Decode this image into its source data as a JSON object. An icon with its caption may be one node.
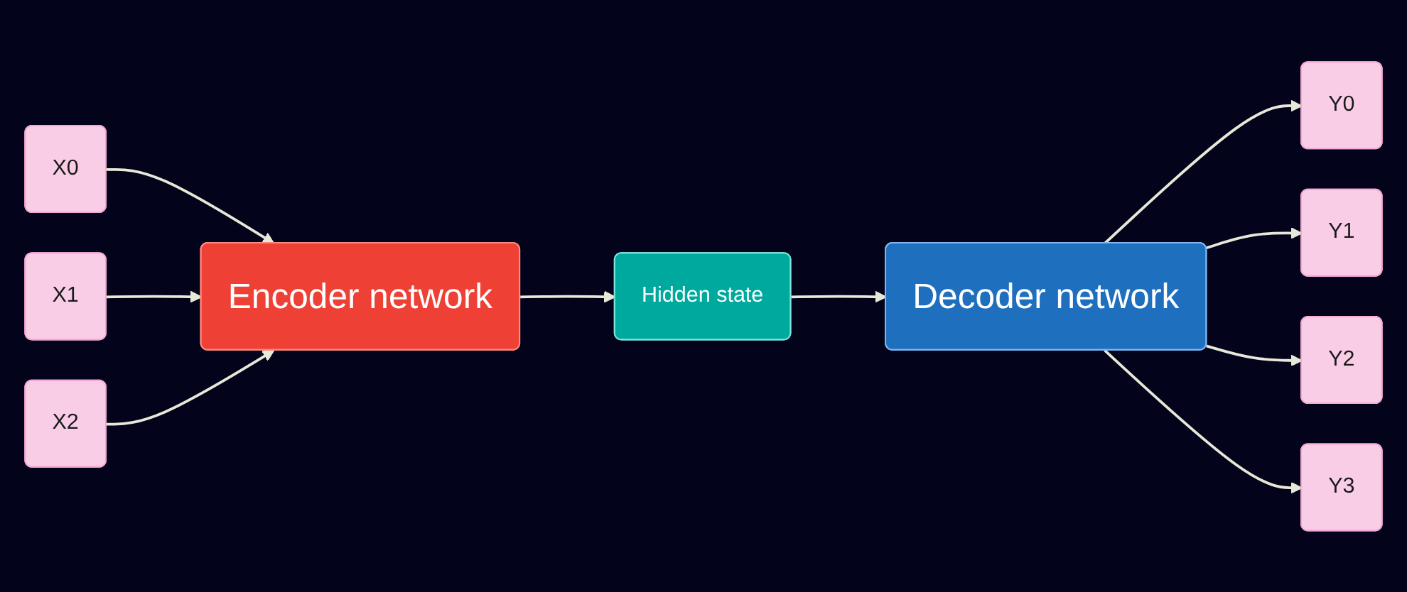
{
  "diagram": {
    "nodes": [
      {
        "text": [
          "X0"
        ]
      },
      {
        "text": [
          "X1"
        ]
      },
      {
        "text": [
          "X2"
        ]
      },
      {
        "text": [
          "Encoder network"
        ]
      },
      {
        "text": [
          "Hidden state"
        ]
      },
      {
        "text": [
          "Decoder network"
        ]
      },
      {
        "text": [
          "Y0"
        ]
      },
      {
        "text": [
          "Y1"
        ]
      },
      {
        "text": [
          "Y2"
        ]
      },
      {
        "text": [
          "Y3"
        ]
      }
    ],
    "edges": [
      {
        "from": 0,
        "to": 3,
        "arrow": "to"
      },
      {
        "from": 1,
        "to": 3,
        "arrow": "to"
      },
      {
        "from": 2,
        "to": 3,
        "arrow": "to"
      },
      {
        "from": 3,
        "to": 4,
        "arrow": "to"
      },
      {
        "from": 4,
        "to": 5,
        "arrow": "to"
      },
      {
        "from": 5,
        "to": 6,
        "arrow": "to"
      },
      {
        "from": 5,
        "to": 7,
        "arrow": "to"
      },
      {
        "from": 5,
        "to": 8,
        "arrow": "to"
      },
      {
        "from": 5,
        "to": 9,
        "arrow": "to"
      }
    ]
  }
}
